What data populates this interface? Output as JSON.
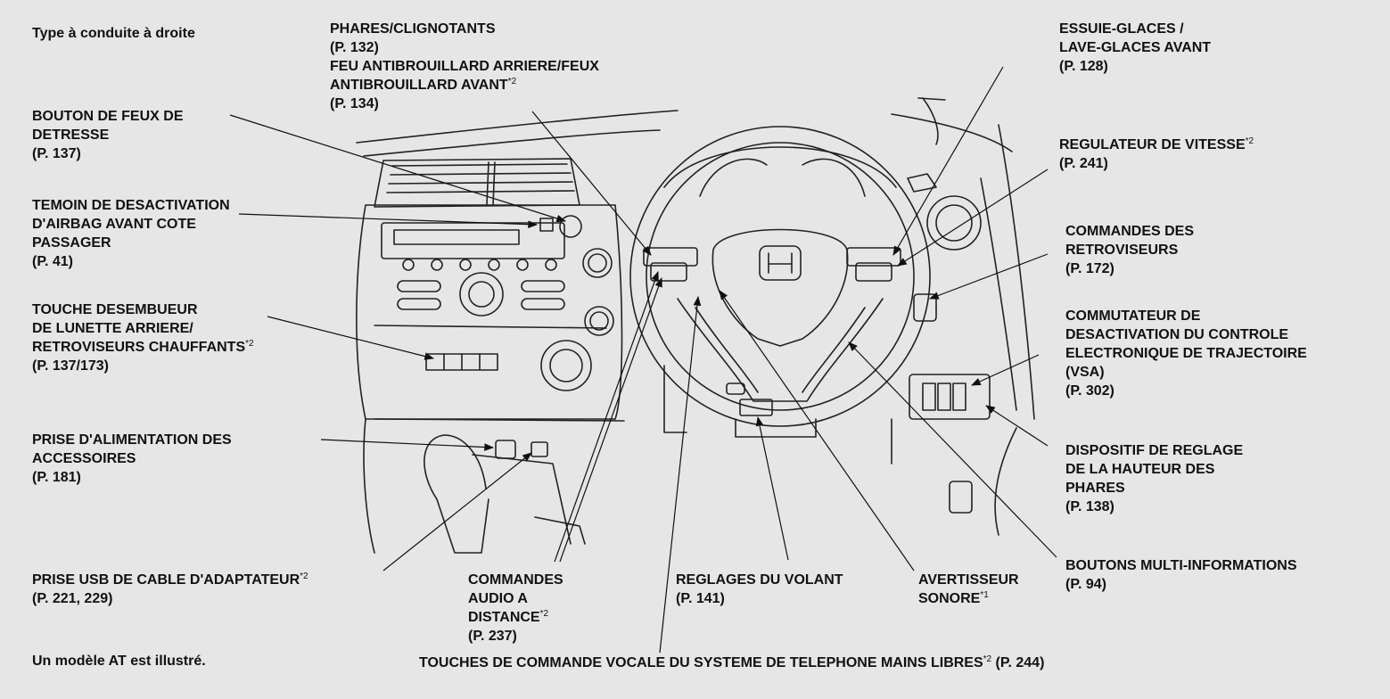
{
  "notes": {
    "top_left": "Type à conduite à droite",
    "bottom_left": "Un modèle AT est illustré."
  },
  "labels": {
    "hazard": {
      "l1": "BOUTON DE FEUX DE",
      "l2": "DETRESSE",
      "l3": "(P. 137)"
    },
    "airbag": {
      "l1": "TEMOIN DE DESACTIVATION",
      "l2": "D'AIRBAG AVANT COTE",
      "l3": "PASSAGER",
      "l4": "(P. 41)"
    },
    "defog": {
      "l1": "TOUCHE DESEMBUEUR",
      "l2": "DE LUNETTE ARRIERE/",
      "l3": "RETROVISEURS CHAUFFANTS",
      "sup": "*2",
      "l4": "(P. 137/173)"
    },
    "power": {
      "l1": "PRISE D'ALIMENTATION DES",
      "l2": "ACCESSOIRES",
      "l3": "(P. 181)"
    },
    "usb": {
      "l1": "PRISE USB DE CABLE D'ADAPTATEUR",
      "sup": "*2",
      "l2": "(P. 221, 229)"
    },
    "audio": {
      "l1": "COMMANDES",
      "l2": "AUDIO A",
      "l3": "DISTANCE",
      "sup": "*2",
      "l4": "(P. 237)"
    },
    "wheel": {
      "l1": "REGLAGES DU VOLANT",
      "l2": "(P. 141)"
    },
    "horn": {
      "l1": "AVERTISSEUR",
      "l2": "SONORE",
      "sup": "*1"
    },
    "voice": {
      "l1": "TOUCHES DE COMMANDE VOCALE DU SYSTEME DE TELEPHONE MAINS LIBRES",
      "sup": "*2",
      "l2": " (P. 244)"
    },
    "headlights": {
      "l1": "PHARES/CLIGNOTANTS",
      "l2": "(P. 132)",
      "l3": "FEU ANTIBROUILLARD ARRIERE/FEUX",
      "l4": "ANTIBROUILLARD AVANT",
      "sup": "*2",
      "l5": "(P. 134)"
    },
    "wipers": {
      "l1": "ESSUIE-GLACES /",
      "l2": "LAVE-GLACES AVANT",
      "l3": "(P. 128)"
    },
    "cruise": {
      "l1": "REGULATEUR DE VITESSE",
      "sup": "*2",
      "l2": "(P. 241)"
    },
    "mirrors": {
      "l1": "COMMANDES DES",
      "l2": "RETROVISEURS",
      "l3": "(P. 172)"
    },
    "vsa": {
      "l1": "COMMUTATEUR DE",
      "l2": "DESACTIVATION DU CONTROLE",
      "l3": "ELECTRONIQUE DE TRAJECTOIRE",
      "l4": "(VSA)",
      "l5": "(P. 302)"
    },
    "aim": {
      "l1": "DISPOSITIF DE REGLAGE",
      "l2": "DE LA HAUTEUR DES",
      "l3": "PHARES",
      "l4": "(P. 138)"
    },
    "multi": {
      "l1": "BOUTONS MULTI-INFORMATIONS",
      "l2": "(P. 94)"
    }
  }
}
